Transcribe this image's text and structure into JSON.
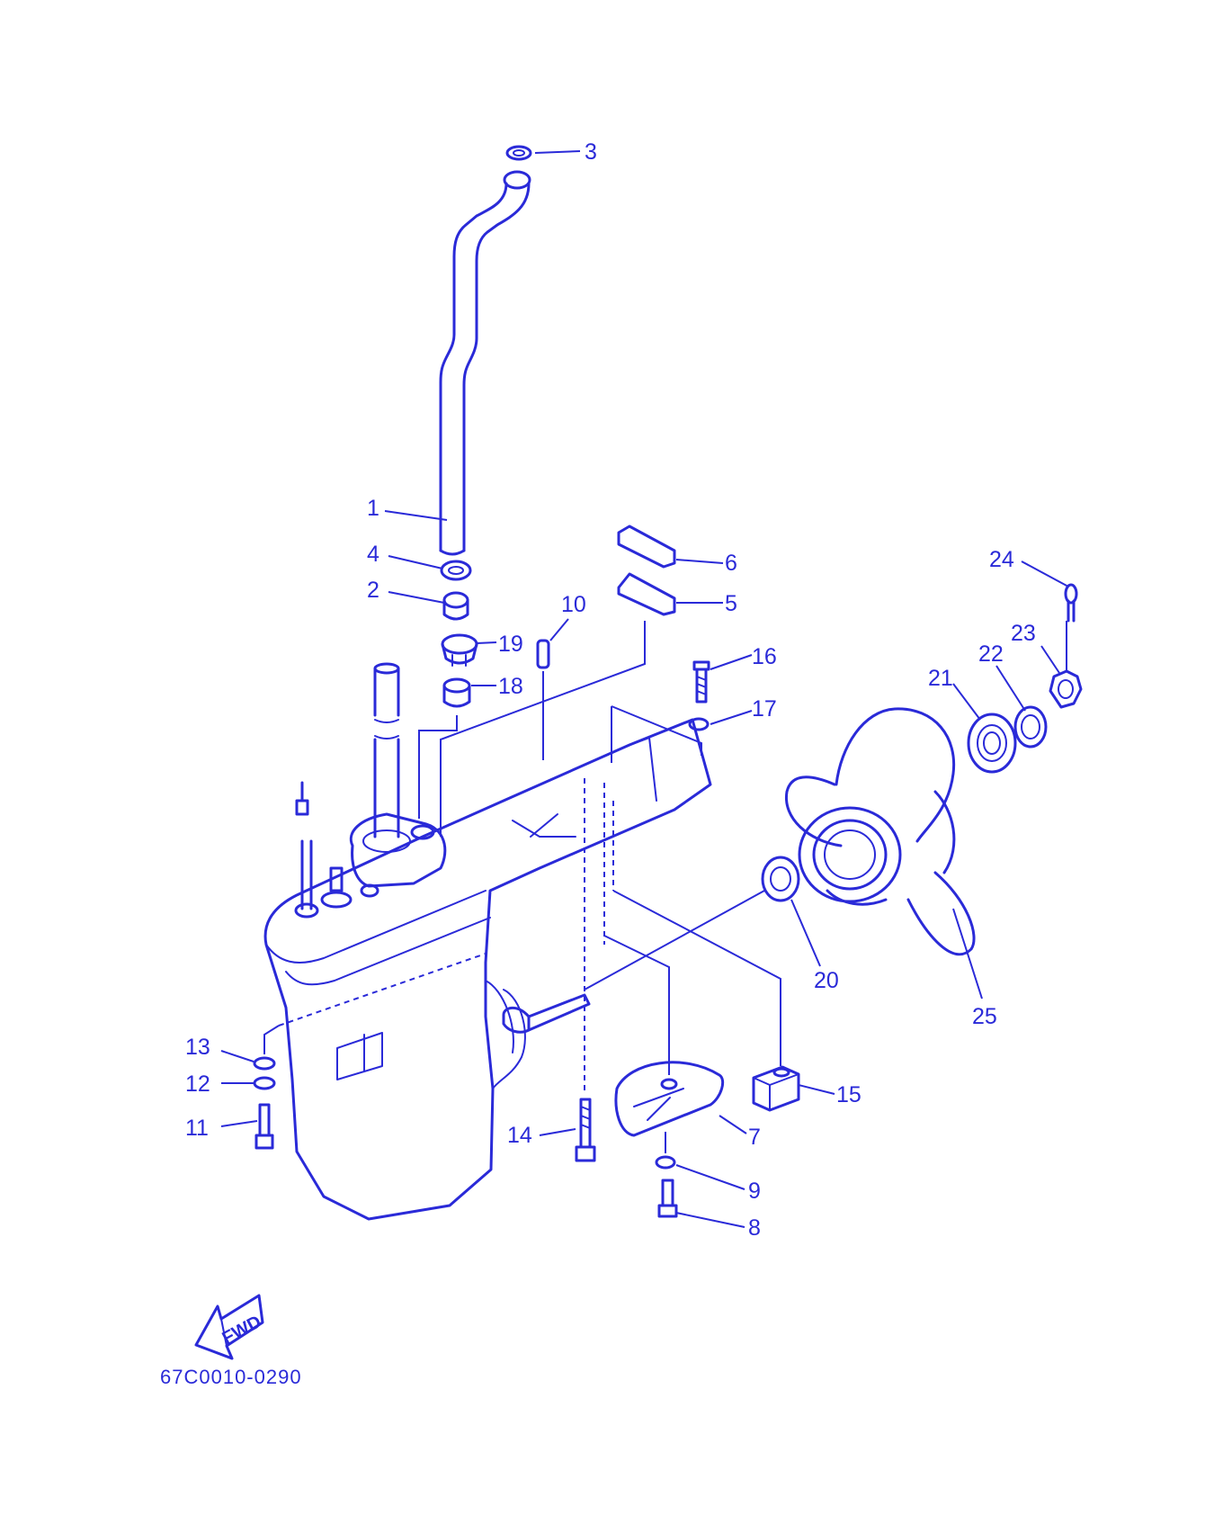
{
  "diagram_code": "67C0010-0290",
  "fwd_label": "FWD",
  "callouts": {
    "n1": "1",
    "n2": "2",
    "n3": "3",
    "n4": "4",
    "n5": "5",
    "n6": "6",
    "n7": "7",
    "n8": "8",
    "n9": "9",
    "n10": "10",
    "n11": "11",
    "n12": "12",
    "n13": "13",
    "n14": "14",
    "n15": "15",
    "n16": "16",
    "n17": "17",
    "n18": "18",
    "n19": "19",
    "n20": "20",
    "n21": "21",
    "n22": "22",
    "n23": "23",
    "n24": "24",
    "n25": "25"
  },
  "colors": {
    "line": "#2a2ad8",
    "background": "#ffffff"
  }
}
